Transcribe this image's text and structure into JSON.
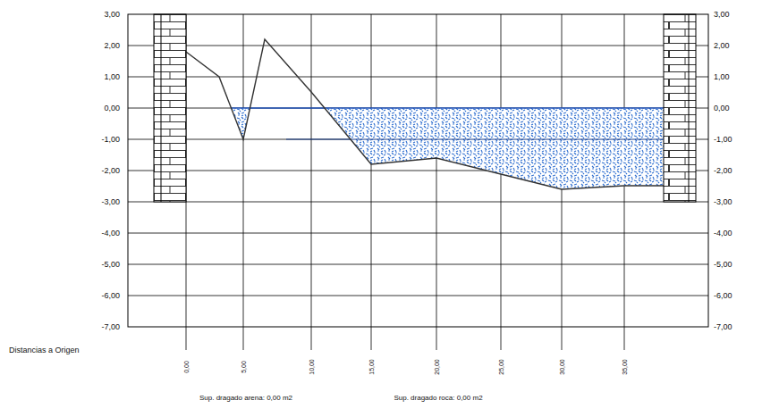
{
  "diagram": {
    "labels": [
      "3,00",
      "2,00",
      "1,00",
      "0,00",
      "-1,00",
      "-2,00",
      "-3,00",
      "-4,00",
      "-5,00",
      "-6,00",
      "-7,00",
      "3,00",
      "2,00",
      "1,00",
      "0,00",
      "-1,00",
      "-2,00",
      "-3,00",
      "-4,00",
      "-5,00",
      "-6,00",
      "-7,00",
      "Distancias a Origen",
      "0,00",
      "5,00",
      "10,00",
      "15,00",
      "20,00",
      "25,00",
      "30,00",
      "35,00",
      "Sup. dragado arena: 0,00 m2",
      "Sup. dragado roca: 0,00 m2"
    ]
  }
}
